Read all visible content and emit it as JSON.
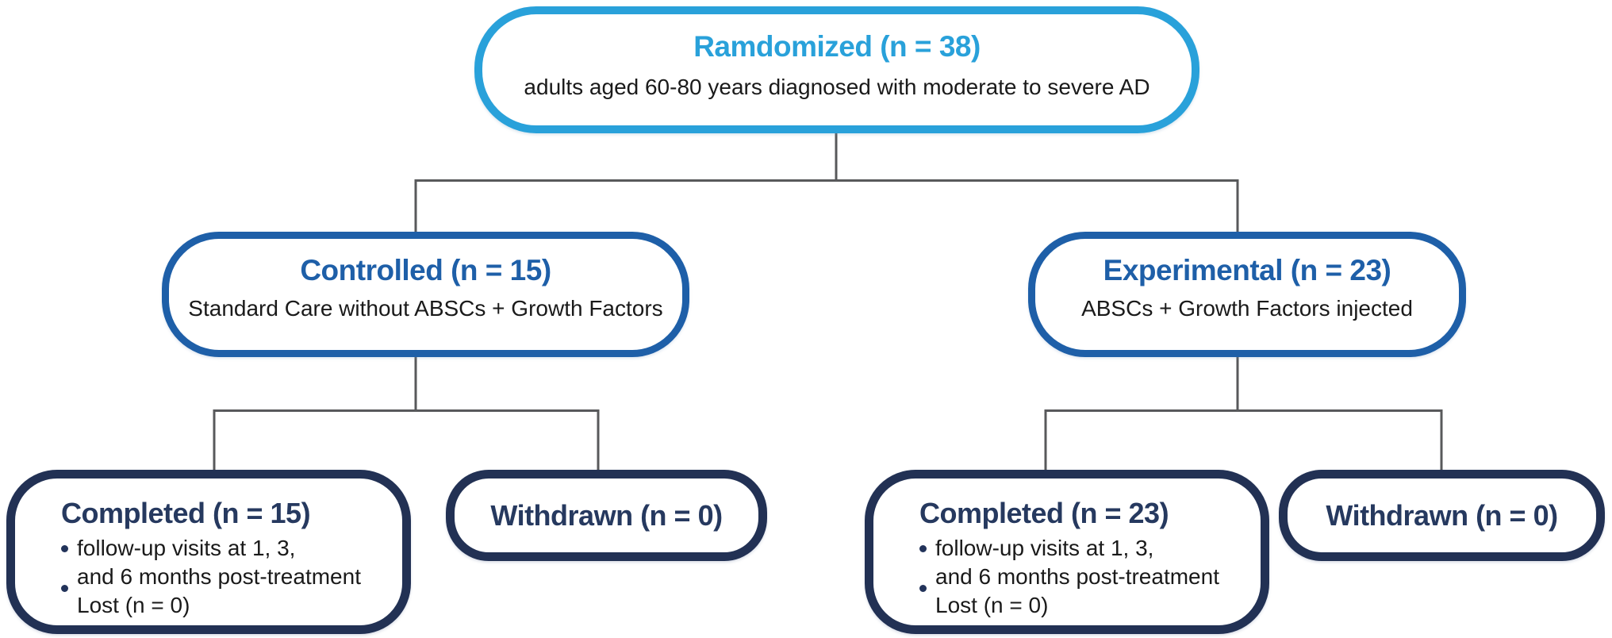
{
  "diagram": {
    "type": "trial-flowchart",
    "colors": {
      "level1_accent": "#29a1da",
      "level2_accent": "#1e5fa8",
      "level3_accent": "#223154",
      "connector": "#58595b",
      "body_text": "#1a1a1a",
      "background": "#ffffff"
    },
    "nodes": {
      "randomized": {
        "title": "Ramdomized (n = 38)",
        "subtitle": "adults aged 60-80 years diagnosed with moderate to severe AD"
      },
      "controlled": {
        "title": "Controlled (n = 15)",
        "subtitle": "Standard Care without ABSCs + Growth Factors"
      },
      "experimental": {
        "title": "Experimental (n = 23)",
        "subtitle": "ABSCs + Growth Factors injected"
      },
      "completed_left": {
        "title": "Completed (n = 15)",
        "bullets": [
          "follow-up visits at 1, 3,\nand 6 months post-treatment",
          "Lost (n = 0)"
        ]
      },
      "withdrawn_left": {
        "title": "Withdrawn (n = 0)"
      },
      "completed_right": {
        "title": "Completed (n = 23)",
        "bullets": [
          "follow-up visits at 1, 3,\nand 6 months post-treatment",
          "Lost (n = 0)"
        ]
      },
      "withdrawn_right": {
        "title": "Withdrawn (n = 0)"
      }
    }
  }
}
